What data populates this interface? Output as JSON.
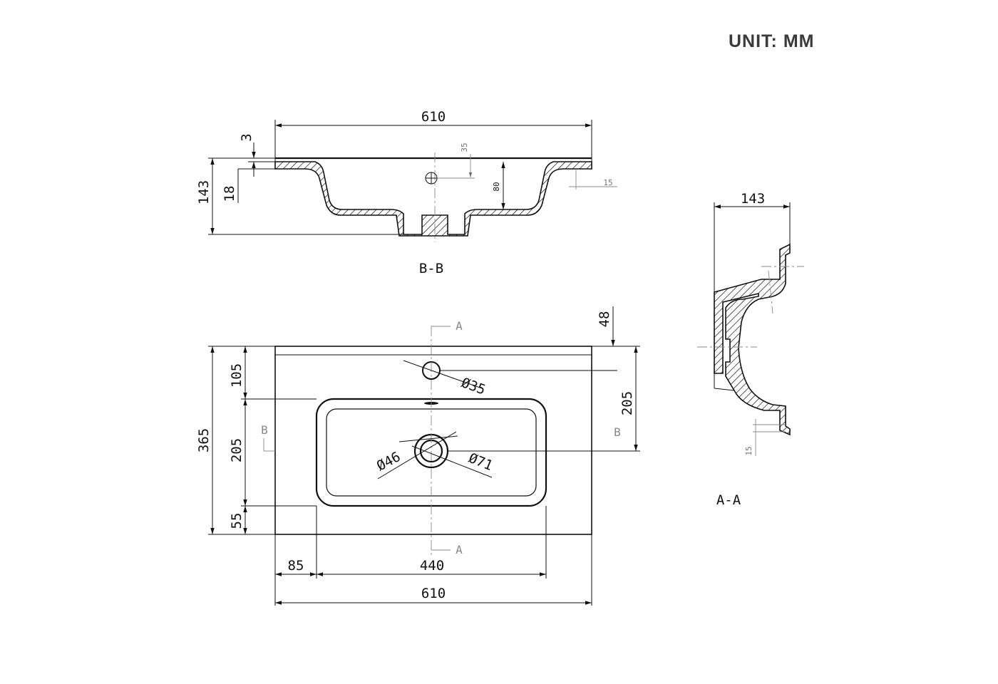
{
  "unit_label": "UNIT: MM",
  "section_bb": {
    "title": "B-B",
    "width": "610",
    "height_total": "143",
    "rim_18": "18",
    "rim_3": "3",
    "tap_35": "35",
    "depth_80": "80",
    "edge_15": "15"
  },
  "section_aa": {
    "title": "A-A",
    "depth_143": "143",
    "edge_15": "15"
  },
  "plan": {
    "cut_a_top": "A",
    "cut_a_bottom": "A",
    "cut_b_left": "B",
    "cut_b_right": "B",
    "back_48": "48",
    "tap_to_bowl_105": "105",
    "bowl_205_left": "205",
    "front_55": "55",
    "depth_365": "365",
    "tap_to_drain_205": "205",
    "tap_hole_dia": "Ø35",
    "drain_inner_dia": "Ø46",
    "drain_outer_dia": "Ø71",
    "side_85": "85",
    "bowl_440": "440",
    "width_610": "610"
  }
}
